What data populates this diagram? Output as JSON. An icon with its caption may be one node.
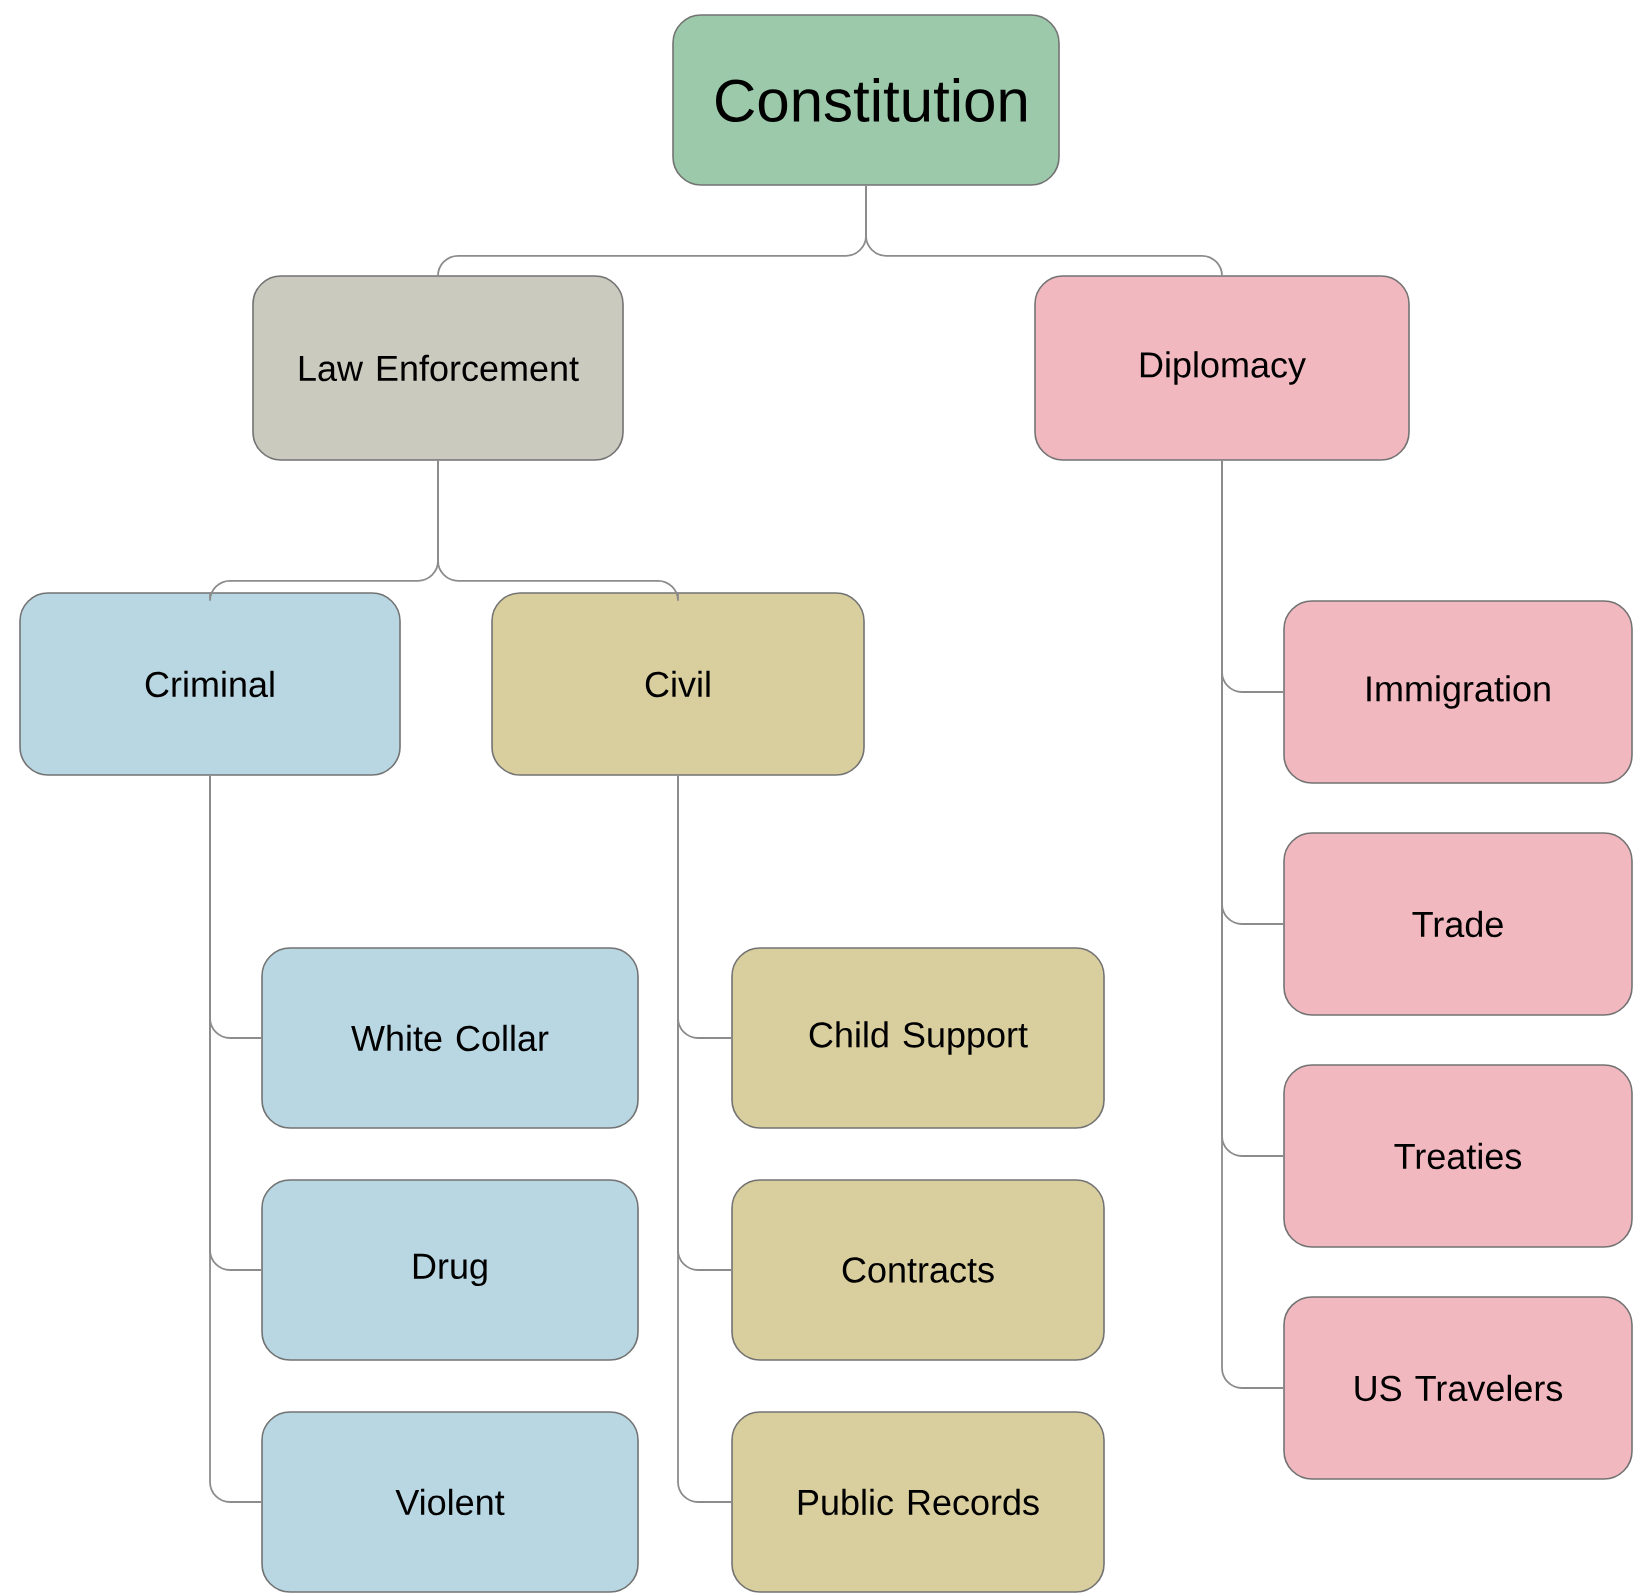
{
  "diagram": {
    "nodes": [
      {
        "text": [
          "Constitution"
        ]
      },
      {
        "text": [
          "Law Enforcement"
        ]
      },
      {
        "text": [
          "Diplomacy"
        ]
      },
      {
        "text": [
          "Criminal"
        ]
      },
      {
        "text": [
          "Civil"
        ]
      },
      {
        "text": [
          "White Collar"
        ]
      },
      {
        "text": [
          "Drug"
        ]
      },
      {
        "text": [
          "Violent"
        ]
      },
      {
        "text": [
          "Child Support"
        ]
      },
      {
        "text": [
          "Contracts"
        ]
      },
      {
        "text": [
          "Public Records"
        ]
      },
      {
        "text": [
          "Immigration"
        ]
      },
      {
        "text": [
          "Trade"
        ]
      },
      {
        "text": [
          "Treaties"
        ]
      },
      {
        "text": [
          "US Travelers"
        ]
      }
    ],
    "edges": [
      {
        "from": 0,
        "to": 1,
        "arrow": "none"
      },
      {
        "from": 0,
        "to": 2,
        "arrow": "none"
      },
      {
        "from": 1,
        "to": 3,
        "arrow": "none"
      },
      {
        "from": 1,
        "to": 4,
        "arrow": "none"
      },
      {
        "from": 3,
        "to": 5,
        "arrow": "none"
      },
      {
        "from": 3,
        "to": 6,
        "arrow": "none"
      },
      {
        "from": 3,
        "to": 7,
        "arrow": "none"
      },
      {
        "from": 4,
        "to": 8,
        "arrow": "none"
      },
      {
        "from": 4,
        "to": 9,
        "arrow": "none"
      },
      {
        "from": 4,
        "to": 10,
        "arrow": "none"
      },
      {
        "from": 2,
        "to": 11,
        "arrow": "none"
      },
      {
        "from": 2,
        "to": 12,
        "arrow": "none"
      },
      {
        "from": 2,
        "to": 13,
        "arrow": "none"
      },
      {
        "from": 2,
        "to": 14,
        "arrow": "none"
      }
    ]
  }
}
